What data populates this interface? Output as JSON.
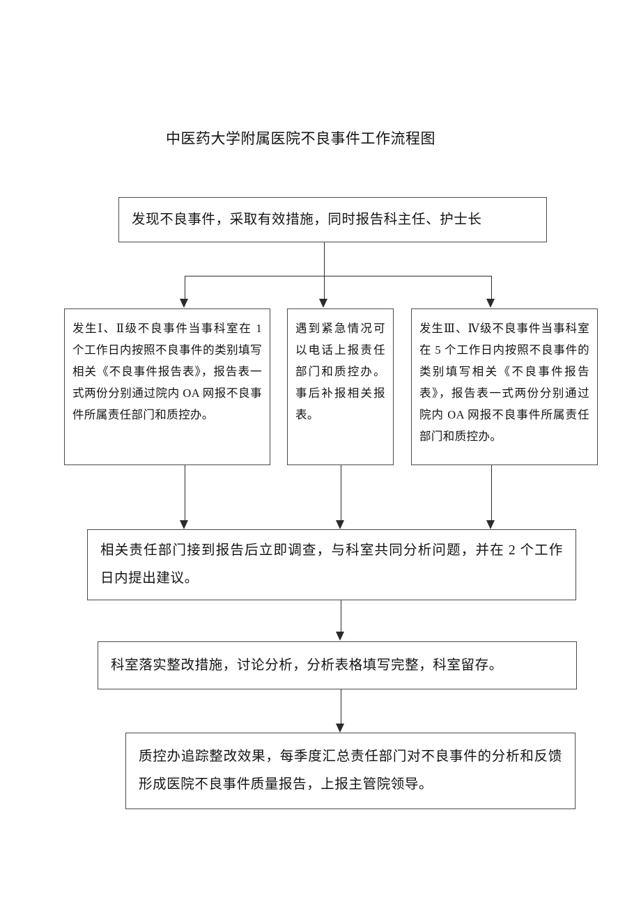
{
  "document": {
    "title": "中医药大学附属医院不良事件工作流程图"
  },
  "flowchart": {
    "type": "flowchart",
    "orientation": "top-to-bottom",
    "nodes": [
      {
        "id": "report",
        "label": "发现不良事件，采取有效措施，同时报告科主任、护士长",
        "level": 1
      },
      {
        "id": "level12",
        "label": "发生Ⅰ、Ⅱ级不良事件当事科室在 1 个工作日内按照不良事件的类别填写相关《不良事件报告表》，报告表一式两份分别通过院内 OA 网报不良事件所属责任部门和质控办。",
        "level": 2
      },
      {
        "id": "urgent",
        "label": "遇到紧急情况可以电话上报责任部门和质控办。事后补报相关报表。",
        "level": 2
      },
      {
        "id": "level34",
        "label": "发生Ⅲ、Ⅳ级不良事件当事科室在 5 个工作日内按照不良事件的类别填写相关《不良事件报告表》，报告表一式两份分别通过院内 OA 网报不良事件所属责任部门和质控办。",
        "level": 2
      },
      {
        "id": "investigate",
        "label": "相关责任部门接到报告后立即调查，与科室共同分析问题，并在 2 个工作日内提出建议。",
        "level": 3
      },
      {
        "id": "rectify",
        "label": "科室落实整改措施，讨论分析，分析表格填写完整，科室留存。",
        "level": 4
      },
      {
        "id": "quality-track",
        "label": "质控办追踪整改效果，每季度汇总责任部门对不良事件的分析和反馈形成医院不良事件质量报告，上报主管院领导。",
        "level": 5
      }
    ],
    "edges": [
      {
        "from": "report",
        "to": "level12"
      },
      {
        "from": "report",
        "to": "urgent"
      },
      {
        "from": "report",
        "to": "level34"
      },
      {
        "from": "level12",
        "to": "investigate"
      },
      {
        "from": "urgent",
        "to": "investigate"
      },
      {
        "from": "level34",
        "to": "investigate"
      },
      {
        "from": "investigate",
        "to": "rectify"
      },
      {
        "from": "rectify",
        "to": "quality-track"
      }
    ],
    "colors": {
      "box_border": "#4a4a4a",
      "connector": "#2b2b2b",
      "background": "#ffffff",
      "text": "#141414"
    }
  }
}
